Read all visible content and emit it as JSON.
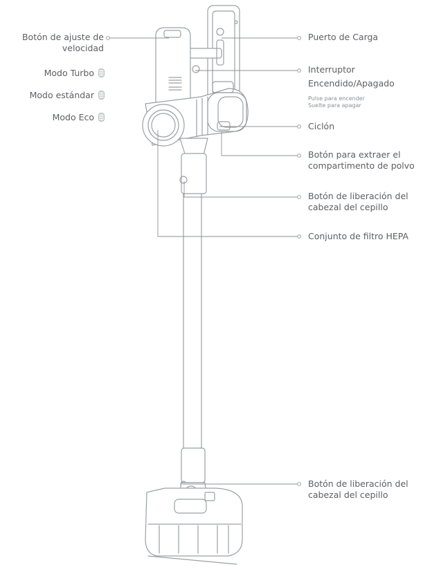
{
  "left_labels": {
    "speed_button": [
      "Botón de ajuste de",
      "velocidad"
    ],
    "modes": [
      {
        "label": "Modo Turbo",
        "icon": "speed-mode-icon"
      },
      {
        "label": "Modo estándar",
        "icon": "speed-mode-icon"
      },
      {
        "label": "Modo Eco",
        "icon": "speed-mode-icon"
      }
    ]
  },
  "right_labels": {
    "charging_port": "Puerto de Carga",
    "power_switch": [
      "Interruptor",
      "Encendido/Apagado"
    ],
    "power_hint": [
      "Pulse para encender",
      "Suelte para apagar"
    ],
    "cyclone": "Ciclón",
    "dust_release": [
      "Botón para extraer el",
      "compartimento de polvo"
    ],
    "head_release_top": [
      "Botón de liberación del",
      "cabezal del cepillo"
    ],
    "hepa": "Conjunto de filtro HEPA",
    "head_release_bottom": [
      "Botón de liberación del",
      "cabezal del cepillo"
    ]
  },
  "colors": {
    "line": "#8d9397",
    "dot": "#9aa0a4",
    "text": "#5a5f63"
  }
}
